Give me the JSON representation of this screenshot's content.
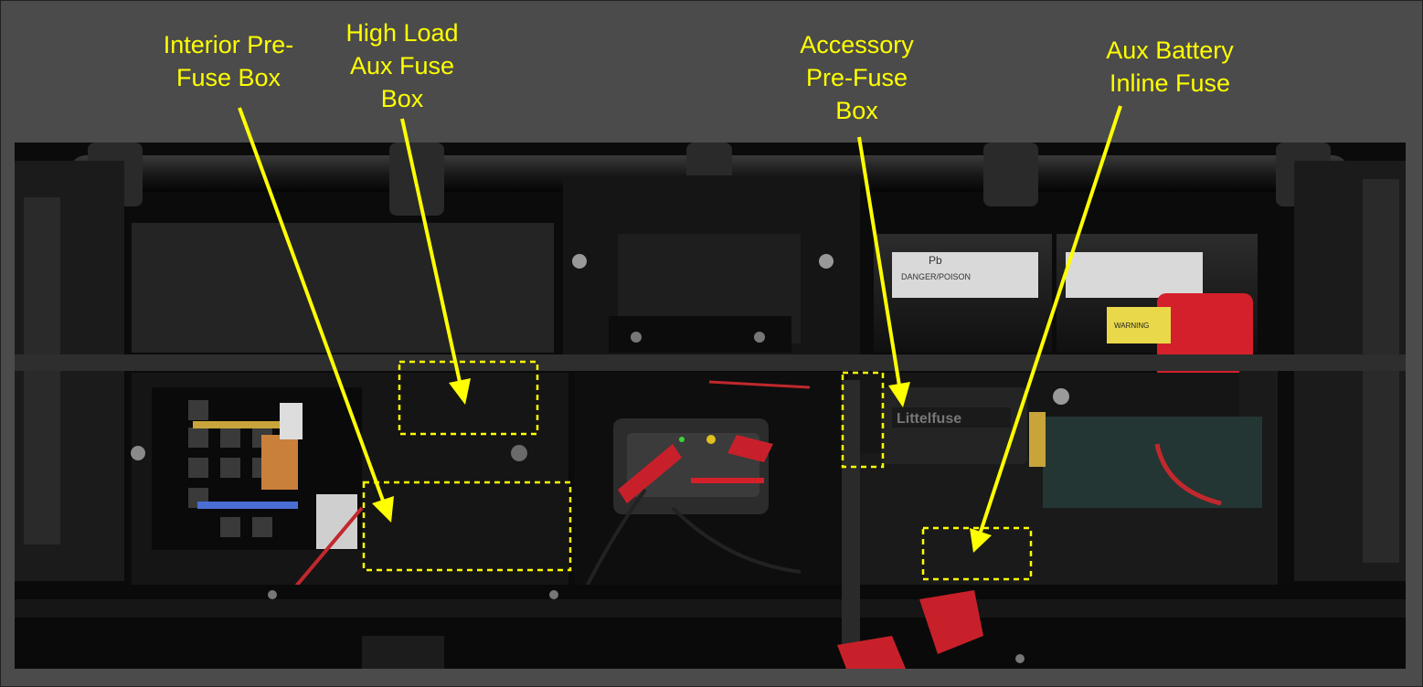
{
  "colors": {
    "background": "#4b4b4b",
    "annotation": "#ffff00",
    "panel": "#151515",
    "red_accent": "#d4202a"
  },
  "labels": {
    "interior_pre_fuse_box": [
      "Interior Pre-",
      "Fuse Box"
    ],
    "high_load_aux_fuse_box": [
      "High Load",
      "Aux Fuse",
      "Box"
    ],
    "accessory_pre_fuse_box": [
      "Accessory",
      "Pre-Fuse",
      "Box"
    ],
    "aux_battery_inline_fuse": [
      "Aux Battery",
      "Inline Fuse"
    ]
  },
  "photo_text": {
    "battery_warning": "DANGER/POISON",
    "battery_pb": "Pb",
    "battery_warning_right": "WARNING",
    "fuse_brand": "Littelfuse"
  }
}
